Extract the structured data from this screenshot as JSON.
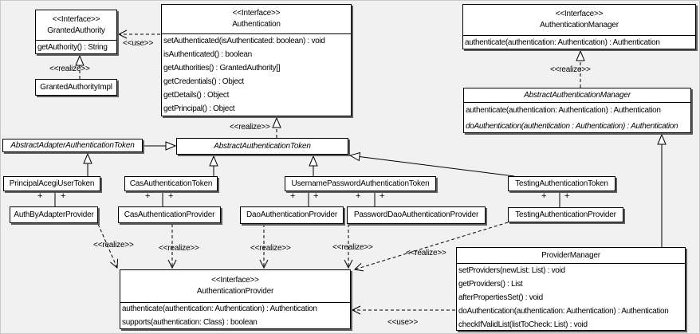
{
  "stereotypes": {
    "interface": "<<Interface>>"
  },
  "edge_labels": {
    "use": "<<use>>",
    "realize": "<<realize>>",
    "plus": "+"
  },
  "classes": {
    "granted_authority": {
      "stereotype": "<<Interface>>",
      "name": "GrantedAuthority",
      "methods": [
        "getAuthority() : String"
      ]
    },
    "granted_authority_impl": {
      "name": "GrantedAuthorityImpl"
    },
    "authentication": {
      "stereotype": "<<Interface>>",
      "name": "Authentication",
      "methods": [
        "setAuthenticated(isAuthenticated: boolean) : void",
        "isAuthenticated() : boolean",
        "getAuthorities() : GrantedAuthority[]",
        "getCredentials() : Object",
        "getDetails() : Object",
        "getPrincipal() : Object"
      ]
    },
    "authentication_manager": {
      "stereotype": "<<Interface>>",
      "name": "AuthenticationManager",
      "methods": [
        "authenticate(authentication: Authentication) : Authentication"
      ]
    },
    "abstract_authentication_manager": {
      "name": "AbstractAuthenticationManager",
      "methods": [
        "authenticate(authentication: Authentication) : Authentication",
        "doAuthentication(authentication : Authentication) : Authentication"
      ]
    },
    "abstract_adapter_authentication_token": {
      "name": "AbstractAdapterAuthenticationToken"
    },
    "abstract_authentication_token": {
      "name": "AbstractAuthenticationToken"
    },
    "principal_acegi_user_token": {
      "name": "PrincipalAcegiUserToken"
    },
    "cas_authentication_token": {
      "name": "CasAuthenticationToken"
    },
    "username_password_authentication_token": {
      "name": "UsernamePasswordAuthenticationToken"
    },
    "testing_authentication_token": {
      "name": "TestingAuthenticationToken"
    },
    "auth_by_adapter_provider": {
      "name": "AuthByAdapterProvider"
    },
    "cas_authentication_provider": {
      "name": "CasAuthenticationProvider"
    },
    "dao_authentication_provider": {
      "name": "DaoAuthenticationProvider"
    },
    "password_dao_authentication_provider": {
      "name": "PasswordDaoAuthenticationProvider"
    },
    "testing_authentication_provider": {
      "name": "TestingAuthenticationProvider"
    },
    "authentication_provider": {
      "stereotype": "<<Interface>>",
      "name": "AuthenticationProvider",
      "methods": [
        "authenticate(authentication: Authentication) : Authentication",
        "supports(authentication: Class) : boolean"
      ]
    },
    "provider_manager": {
      "name": "ProviderManager",
      "methods": [
        "setProviders(newList: List) : void",
        "getProviders() : List",
        "afterPropertiesSet() : void",
        "doAuthentication(authentication: Authentication) : Authentication",
        "checkIfValidList(listToCheck: List) : void"
      ]
    }
  },
  "colors": {
    "background": "#f1f1f1",
    "box_fill": "#ffffff",
    "line": "#000000",
    "shadow": "#5e5e5e"
  }
}
